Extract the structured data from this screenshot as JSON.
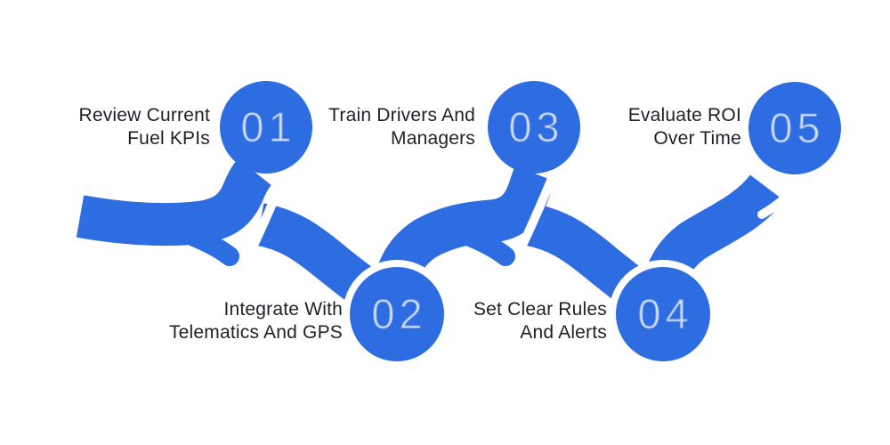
{
  "diagram": {
    "type": "process-ribbon-timeline",
    "step_count": 5,
    "colors": {
      "ribbon": "#2d6ce1",
      "circle": "#2d6ce1",
      "background": "#ffffff",
      "number_text": "rgba(255,255,255,0.82)",
      "label_text": "#1d2126"
    },
    "steps": [
      {
        "number": "01",
        "label_line1": "Review Current",
        "label_line2": "Fuel KPIs"
      },
      {
        "number": "02",
        "label_line1": "Integrate With",
        "label_line2": "Telematics And GPS"
      },
      {
        "number": "03",
        "label_line1": "Train Drivers And",
        "label_line2": "Managers"
      },
      {
        "number": "04",
        "label_line1": "Set Clear Rules",
        "label_line2": "And Alerts"
      },
      {
        "number": "05",
        "label_line1": "Evaluate ROI",
        "label_line2": "Over Time"
      }
    ]
  }
}
